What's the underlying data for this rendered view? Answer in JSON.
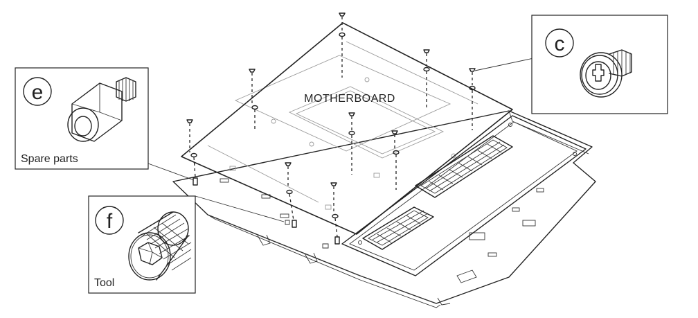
{
  "diagram": {
    "board_label": "MOTHERBOARD",
    "callouts": {
      "c": {
        "letter": "c"
      },
      "e": {
        "letter": "e",
        "caption": "Spare parts"
      },
      "f": {
        "letter": "f",
        "caption": "Tool"
      }
    }
  },
  "colors": {
    "line": "#222222",
    "background": "#ffffff",
    "faint": "#9a9a9a"
  }
}
